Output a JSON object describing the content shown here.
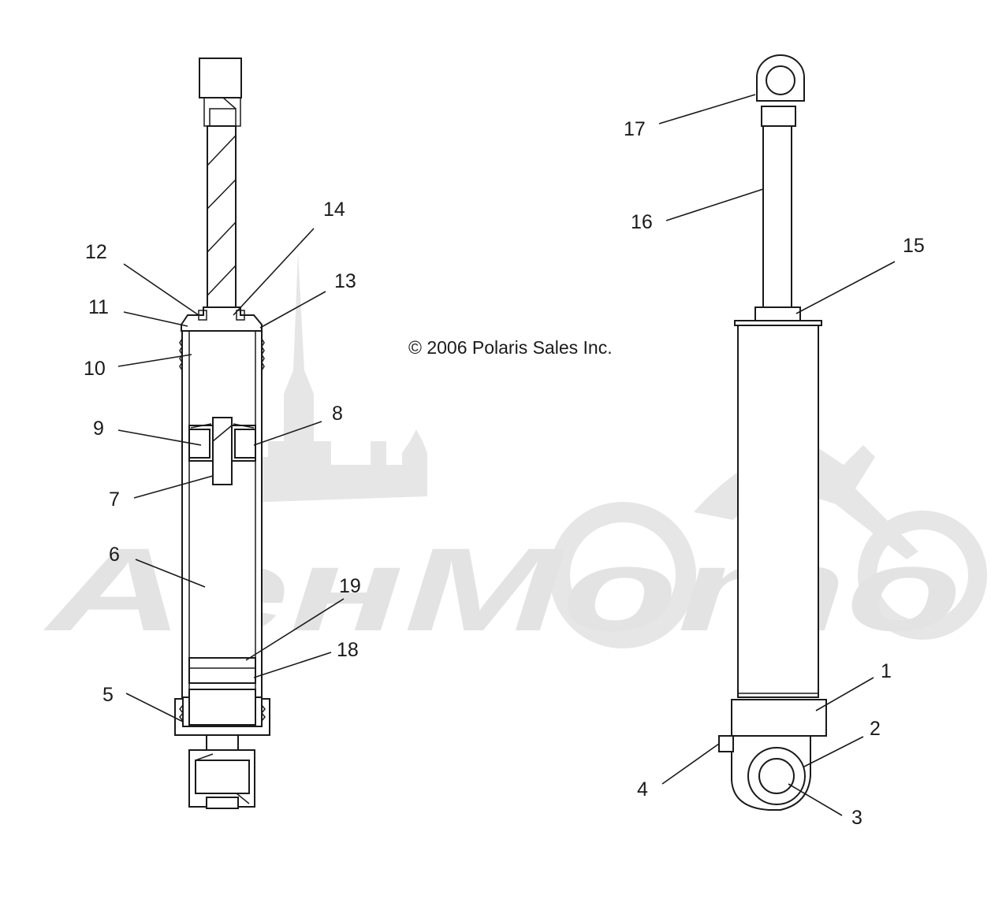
{
  "copyright": "© 2006 Polaris Sales Inc.",
  "watermark": {
    "text": "AeнMoтo",
    "color": "#e3e3e3"
  },
  "callouts": [
    {
      "id": "1",
      "label": "1"
    },
    {
      "id": "2",
      "label": "2"
    },
    {
      "id": "3",
      "label": "3"
    },
    {
      "id": "4",
      "label": "4"
    },
    {
      "id": "5",
      "label": "5"
    },
    {
      "id": "6",
      "label": "6"
    },
    {
      "id": "7",
      "label": "7"
    },
    {
      "id": "8",
      "label": "8"
    },
    {
      "id": "9",
      "label": "9"
    },
    {
      "id": "10",
      "label": "10"
    },
    {
      "id": "11",
      "label": "11"
    },
    {
      "id": "12",
      "label": "12"
    },
    {
      "id": "13",
      "label": "13"
    },
    {
      "id": "14",
      "label": "14"
    },
    {
      "id": "15",
      "label": "15"
    },
    {
      "id": "16",
      "label": "16"
    },
    {
      "id": "17",
      "label": "17"
    },
    {
      "id": "18",
      "label": "18"
    },
    {
      "id": "19",
      "label": "19"
    }
  ],
  "colors": {
    "line": "#1a1a1a",
    "background": "#ffffff"
  }
}
